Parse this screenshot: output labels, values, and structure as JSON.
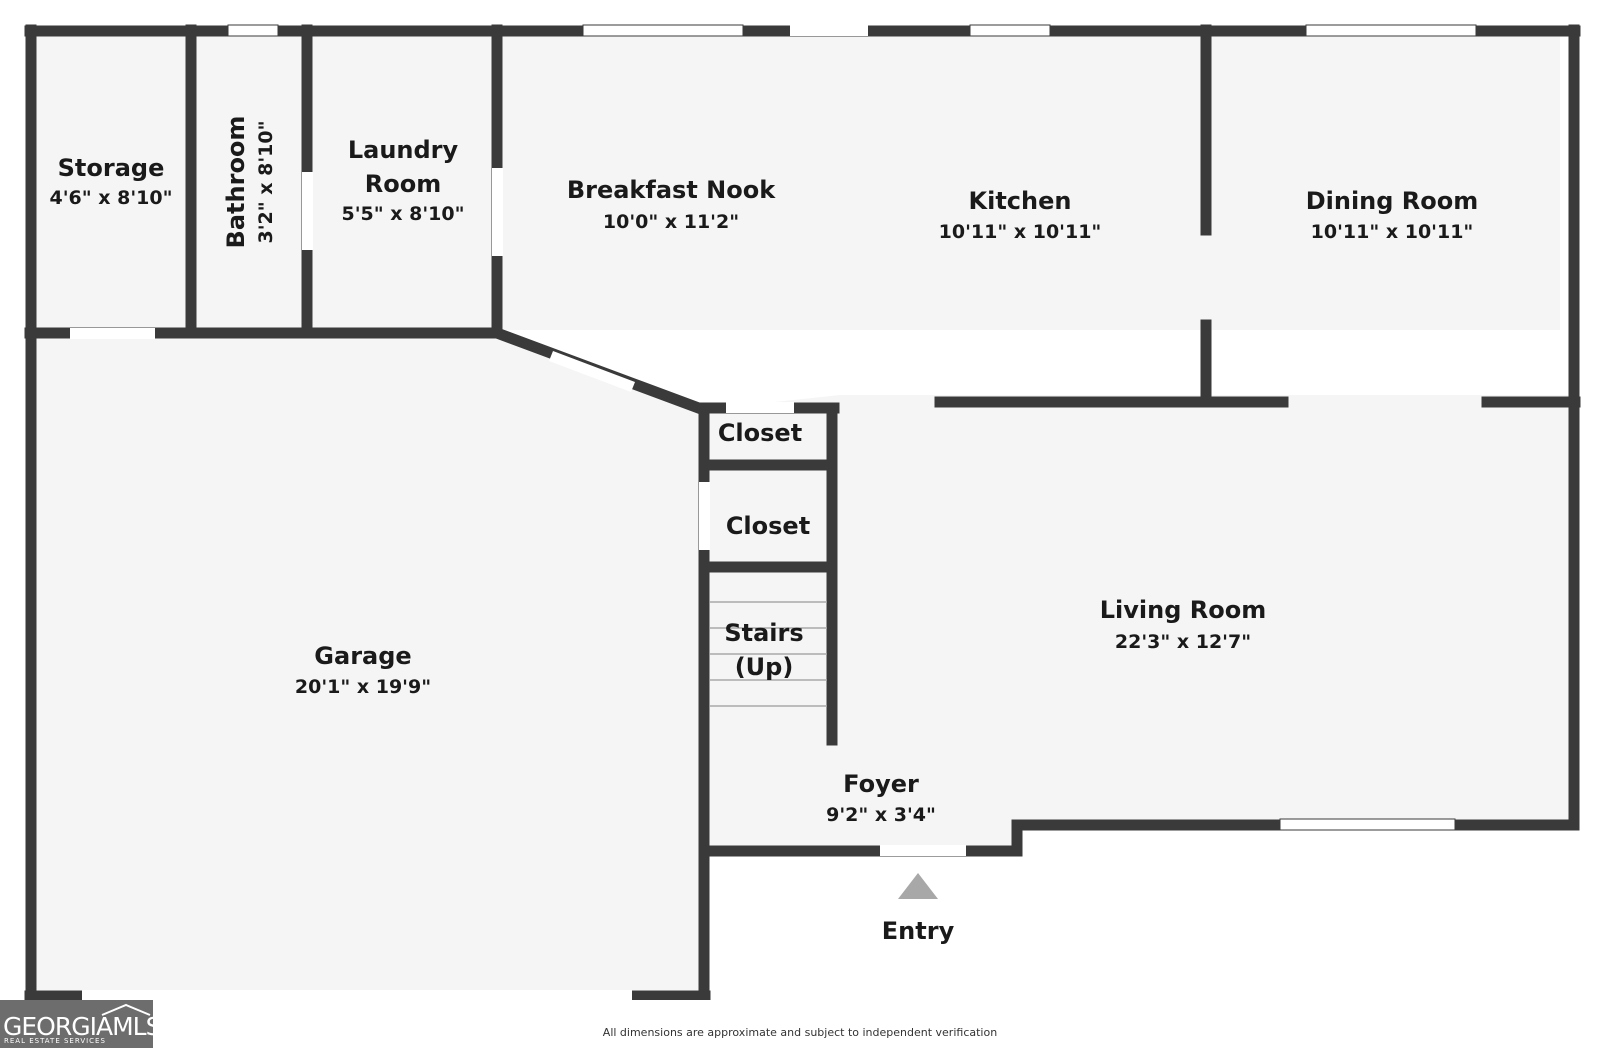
{
  "rooms": {
    "storage": {
      "name": "Storage",
      "dims": "4'6\" x 8'10\""
    },
    "bathroom": {
      "name": "Bathroom",
      "dims": "3'2\" x 8'10\""
    },
    "laundry": {
      "name_line1": "Laundry",
      "name_line2": "Room",
      "dims": "5'5\" x 8'10\""
    },
    "breakfast_nook": {
      "name": "Breakfast Nook",
      "dims": "10'0\" x 11'2\""
    },
    "kitchen": {
      "name": "Kitchen",
      "dims": "10'11\" x 10'11\""
    },
    "dining_room": {
      "name": "Dining Room",
      "dims": "10'11\" x 10'11\""
    },
    "closet_upper": {
      "name": "Closet"
    },
    "closet_lower": {
      "name": "Closet"
    },
    "stairs": {
      "name_line1": "Stairs",
      "name_line2": "(Up)"
    },
    "garage": {
      "name": "Garage",
      "dims": "20'1\" x 19'9\""
    },
    "living_room": {
      "name": "Living Room",
      "dims": "22'3\" x 12'7\""
    },
    "foyer": {
      "name": "Foyer",
      "dims": "9'2\" x 3'4\""
    }
  },
  "entry": {
    "label": "Entry"
  },
  "disclaimer": "All dimensions are approximate and subject to independent verification",
  "logo": {
    "brand": "GEORGIAMLS",
    "tagline": "REAL ESTATE SERVICES"
  },
  "colors": {
    "wall": "#3a3a3a",
    "floor": "#f5f5f5",
    "window": "#ffffff",
    "entry_arrow": "#a8a8a8",
    "logo_bg": "#6d6d6d"
  }
}
